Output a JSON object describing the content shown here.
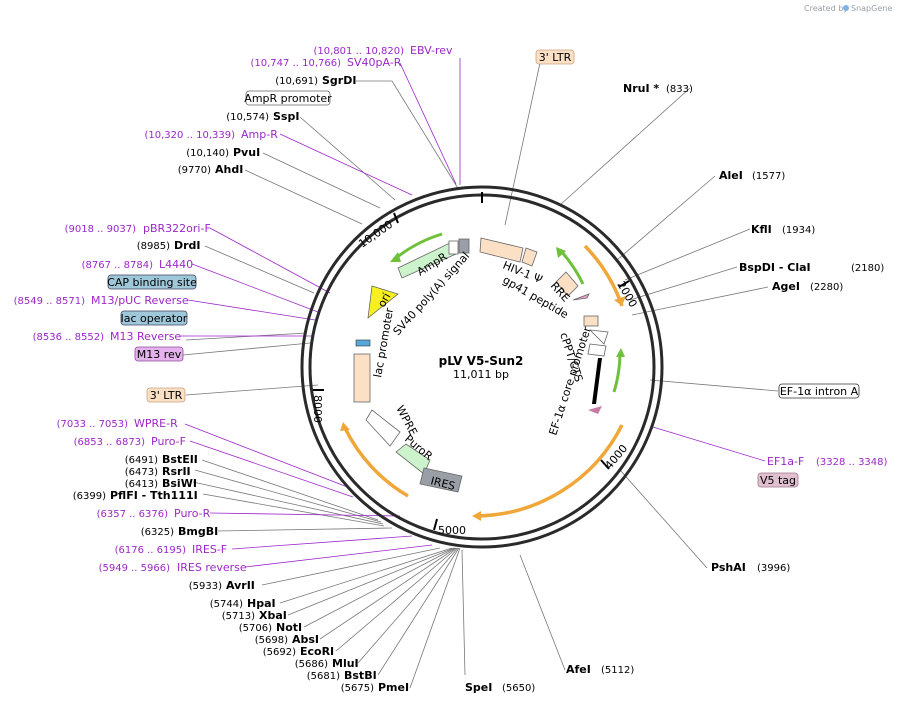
{
  "credit": {
    "text": "Created by",
    "brand": "SnapGene"
  },
  "map": {
    "title": "pLV V5-Sun2",
    "size": "11,011 bp"
  },
  "ticks": [
    "2000",
    "4000",
    "5000",
    "8000",
    "10,000"
  ],
  "features_inner": {
    "ori": "ori",
    "ampr": "AmpR",
    "sv40": "SV40 poly(A) signal",
    "lac": "lac promoter",
    "hiv": "HIV-1 Ψ",
    "rre": "RRE",
    "gp41": "gp41 peptide",
    "cppt": "cPPT/CTS",
    "ef1a": "EF-1α core promoter",
    "wpre": "WPRE",
    "puror": "PuroR",
    "ires": "IRES"
  },
  "boxed_labels": {
    "ltr3_top": "3' LTR",
    "ampr_promoter": "AmpR promoter",
    "cap": "CAP binding site",
    "lac_op": "lac operator",
    "m13rev": "M13 rev",
    "ltr3_left": "3' LTR",
    "ef1a_intron": "EF-1α intron A",
    "v5": "V5 tag"
  },
  "enzymes": [
    {
      "name": "SgrDI",
      "coord": "(10,691)"
    },
    {
      "name": "SspI",
      "coord": "(10,574)"
    },
    {
      "name": "PvuI",
      "coord": "(10,140)"
    },
    {
      "name": "AhdI",
      "coord": "(9770)"
    },
    {
      "name": "DrdI",
      "coord": "(8985)"
    },
    {
      "name": "NruI *",
      "coord": "(833)"
    },
    {
      "name": "AleI",
      "coord": "(1577)"
    },
    {
      "name": "KflI",
      "coord": "(1934)"
    },
    {
      "name": "BspDI - ClaI",
      "coord": "(2180)"
    },
    {
      "name": "AgeI",
      "coord": "(2280)"
    },
    {
      "name": "PshAI",
      "coord": "(3996)"
    },
    {
      "name": "AfeI",
      "coord": "(5112)"
    },
    {
      "name": "SpeI",
      "coord": "(5650)"
    },
    {
      "name": "BstEII",
      "coord": "(6491)"
    },
    {
      "name": "RsrII",
      "coord": "(6473)"
    },
    {
      "name": "BsiWI",
      "coord": "(6413)"
    },
    {
      "name": "PflFI - Tth111I",
      "coord": "(6399)"
    },
    {
      "name": "BmgBI",
      "coord": "(6325)"
    },
    {
      "name": "AvrII",
      "coord": "(5933)"
    },
    {
      "name": "HpaI",
      "coord": "(5744)"
    },
    {
      "name": "XbaI",
      "coord": "(5713)"
    },
    {
      "name": "NotI",
      "coord": "(5706)"
    },
    {
      "name": "AbsI",
      "coord": "(5698)"
    },
    {
      "name": "EcoRI",
      "coord": "(5692)"
    },
    {
      "name": "MluI",
      "coord": "(5686)"
    },
    {
      "name": "BstBI",
      "coord": "(5681)"
    },
    {
      "name": "PmeI",
      "coord": "(5675)"
    }
  ],
  "primers": [
    {
      "name": "EBV-rev",
      "coord": "(10,801 .. 10,820)"
    },
    {
      "name": "SV40pA-R",
      "coord": "(10,747 .. 10,766)"
    },
    {
      "name": "Amp-R",
      "coord": "(10,320 .. 10,339)"
    },
    {
      "name": "pBR322ori-F",
      "coord": "(9018 .. 9037)"
    },
    {
      "name": "L4440",
      "coord": "(8767 .. 8784)"
    },
    {
      "name": "M13/pUC Reverse",
      "coord": "(8549 .. 8571)"
    },
    {
      "name": "M13 Reverse",
      "coord": "(8536 .. 8552)"
    },
    {
      "name": "WPRE-R",
      "coord": "(7033 .. 7053)"
    },
    {
      "name": "Puro-F",
      "coord": "(6853 .. 6873)"
    },
    {
      "name": "Puro-R",
      "coord": "(6357 .. 6376)"
    },
    {
      "name": "IRES-F",
      "coord": "(6176 .. 6195)"
    },
    {
      "name": "IRES reverse",
      "coord": "(5949 .. 5966)"
    },
    {
      "name": "EF1a-F",
      "coord": "(3328 .. 3348)"
    }
  ],
  "colors": {
    "primer": "#9c27c9",
    "orange": "#f0a73a",
    "green": "#6fc03a",
    "peach": "#fbe0c6",
    "yellow": "#f7f020",
    "gray": "#9a9ea6"
  }
}
